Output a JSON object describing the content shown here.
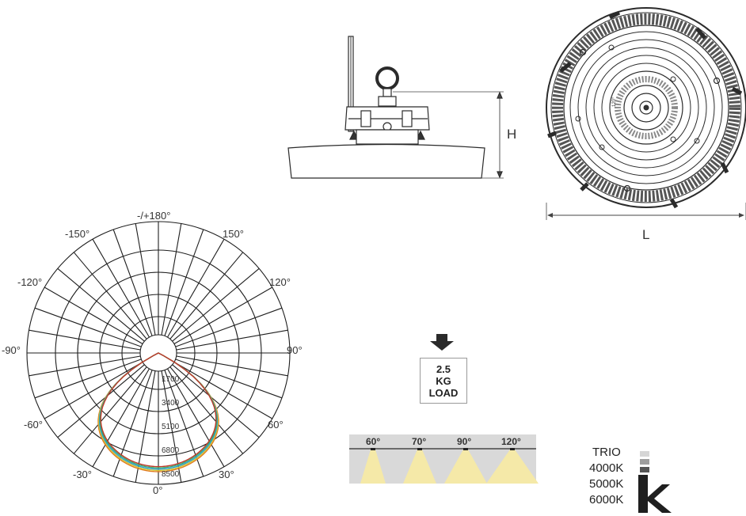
{
  "side_view": {
    "height_label": "H"
  },
  "top_view": {
    "length_label": "L",
    "badge_text": "120°"
  },
  "polar": {
    "angle_labels": {
      "top": "-/+180°",
      "m150": "-150°",
      "p150": "150°",
      "m120": "-120°",
      "p120": "120°",
      "m90": "-90°",
      "p90": "90°",
      "m60": "-60°",
      "p60": "60°",
      "m30": "-30°",
      "p30": "30°",
      "zero": "0°"
    },
    "radial_labels": [
      "1700",
      "3400",
      "5100",
      "6800",
      "8500"
    ],
    "curve_colors": [
      "#e07a1f",
      "#d4c531",
      "#2a9ed8",
      "#3aa86b",
      "#c0392b"
    ]
  },
  "load": {
    "line1": "2.5",
    "line2": "KG",
    "line3": "LOAD"
  },
  "beam_angles": [
    "60°",
    "70°",
    "90°",
    "120°"
  ],
  "cct": {
    "items": [
      "TRIO",
      "4000K",
      "5000K",
      "6000K"
    ],
    "symbol": "k"
  },
  "colors": {
    "beam_fill": "#f5e9a8",
    "beam_bg": "#d9d9d9",
    "frame": "#2a2a2a"
  }
}
